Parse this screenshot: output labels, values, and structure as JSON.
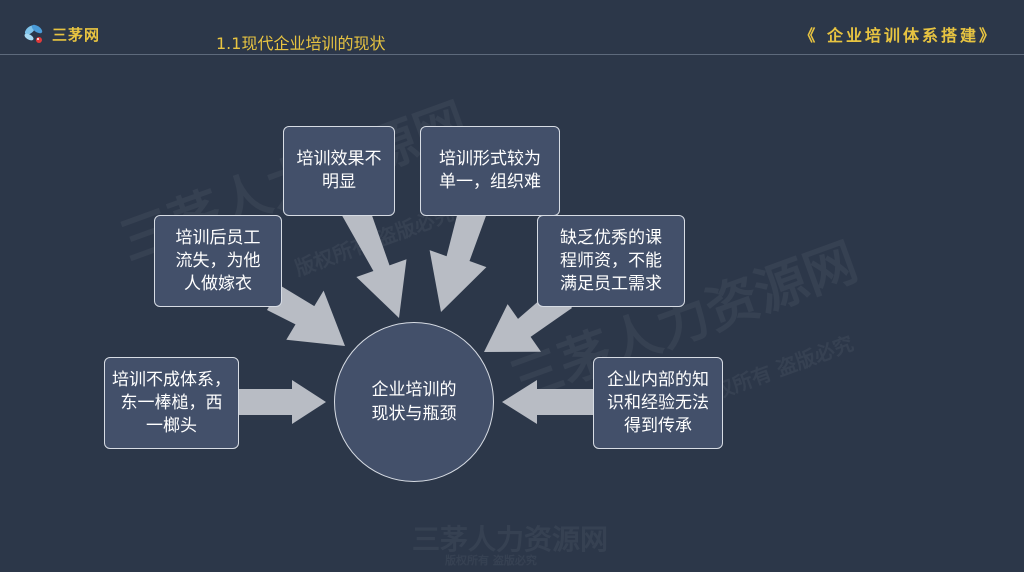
{
  "header": {
    "logo_text": "三茅网",
    "slide_title": "1.1现代企业培训的现状",
    "course_title": "《 企业培训体系搭建》"
  },
  "watermarks": [
    "三茅人力资源网",
    "版权所有 盗版必究",
    "三茅人力资源网",
    "版权所有 盗版必究",
    "三茅人力资源网",
    "版权所有 盗版必究"
  ],
  "diagram": {
    "center": "企业培训的\n现状与瓶颈",
    "nodes": [
      {
        "id": "effect",
        "text": "培训效果不\n明显"
      },
      {
        "id": "form",
        "text": "培训形式较为\n单一，组织难"
      },
      {
        "id": "turnover",
        "text": "培训后员工\n流失，为他\n人做嫁衣"
      },
      {
        "id": "teachers",
        "text": "缺乏优秀的课\n程师资，不能\n满足员工需求"
      },
      {
        "id": "system",
        "text": "培训不成体系，\n东一棒槌，西\n一榔头"
      },
      {
        "id": "knowledge",
        "text": "企业内部的知\n识和经验无法\n得到传承"
      }
    ]
  },
  "colors": {
    "background": "#2c3749",
    "accent": "#e8c441",
    "node_fill": "#43506a",
    "node_border": "#d7dce4",
    "arrow": "#b8bcc4"
  },
  "icons": {
    "logo": "dragonfly-icon"
  }
}
